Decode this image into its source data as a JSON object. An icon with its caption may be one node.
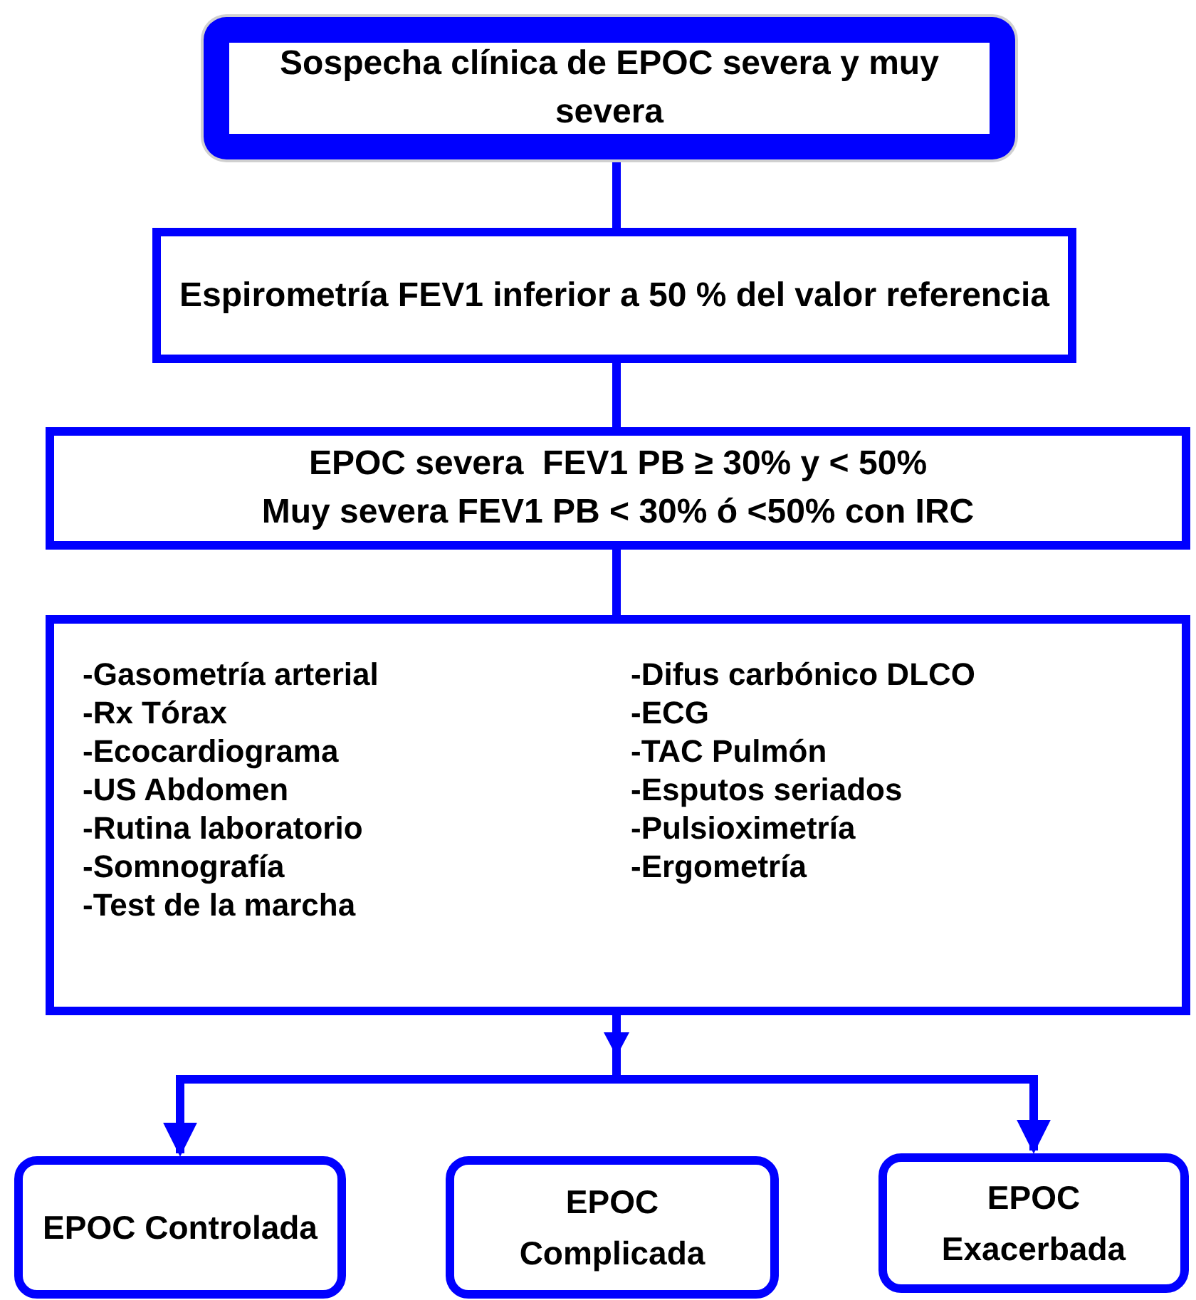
{
  "diagram": {
    "nodes": [
      {
        "text": [
          "Sospecha clínica de EPOC severa y muy severa"
        ]
      },
      {
        "text": [
          "Espirometría FEV1 inferior a 50 % del valor referencia"
        ]
      },
      {
        "text": [
          "EPOC severa  FEV1 PB ≥ 30% y < 50%",
          "Muy severa FEV1 PB < 30% ó <50% con IRC"
        ]
      },
      {
        "text": [
          "-Gasometría arterial",
          "-Difus carbónico DLCO",
          "-Rx Tórax",
          "-ECG",
          "-Ecocardiograma",
          "-TAC Pulmón",
          "-US Abdomen",
          "-Esputos seriados",
          "-Rutina laboratorio",
          "-Pulsioximetría",
          "-Somnografía",
          "-Ergometría",
          "-Test de la marcha"
        ]
      },
      {
        "text": [
          "EPOC Controlada"
        ]
      },
      {
        "text": [
          "EPOC Complicada"
        ]
      },
      {
        "text": [
          "EPOC Exacerbada"
        ]
      }
    ],
    "edges": [
      {
        "from": 0,
        "to": 1,
        "arrow": "none"
      },
      {
        "from": 1,
        "to": 2,
        "arrow": "none"
      },
      {
        "from": 2,
        "to": 3,
        "arrow": "none"
      },
      {
        "from": 3,
        "to": 4,
        "arrow": "to"
      },
      {
        "from": 3,
        "to": 6,
        "arrow": "to"
      }
    ]
  }
}
